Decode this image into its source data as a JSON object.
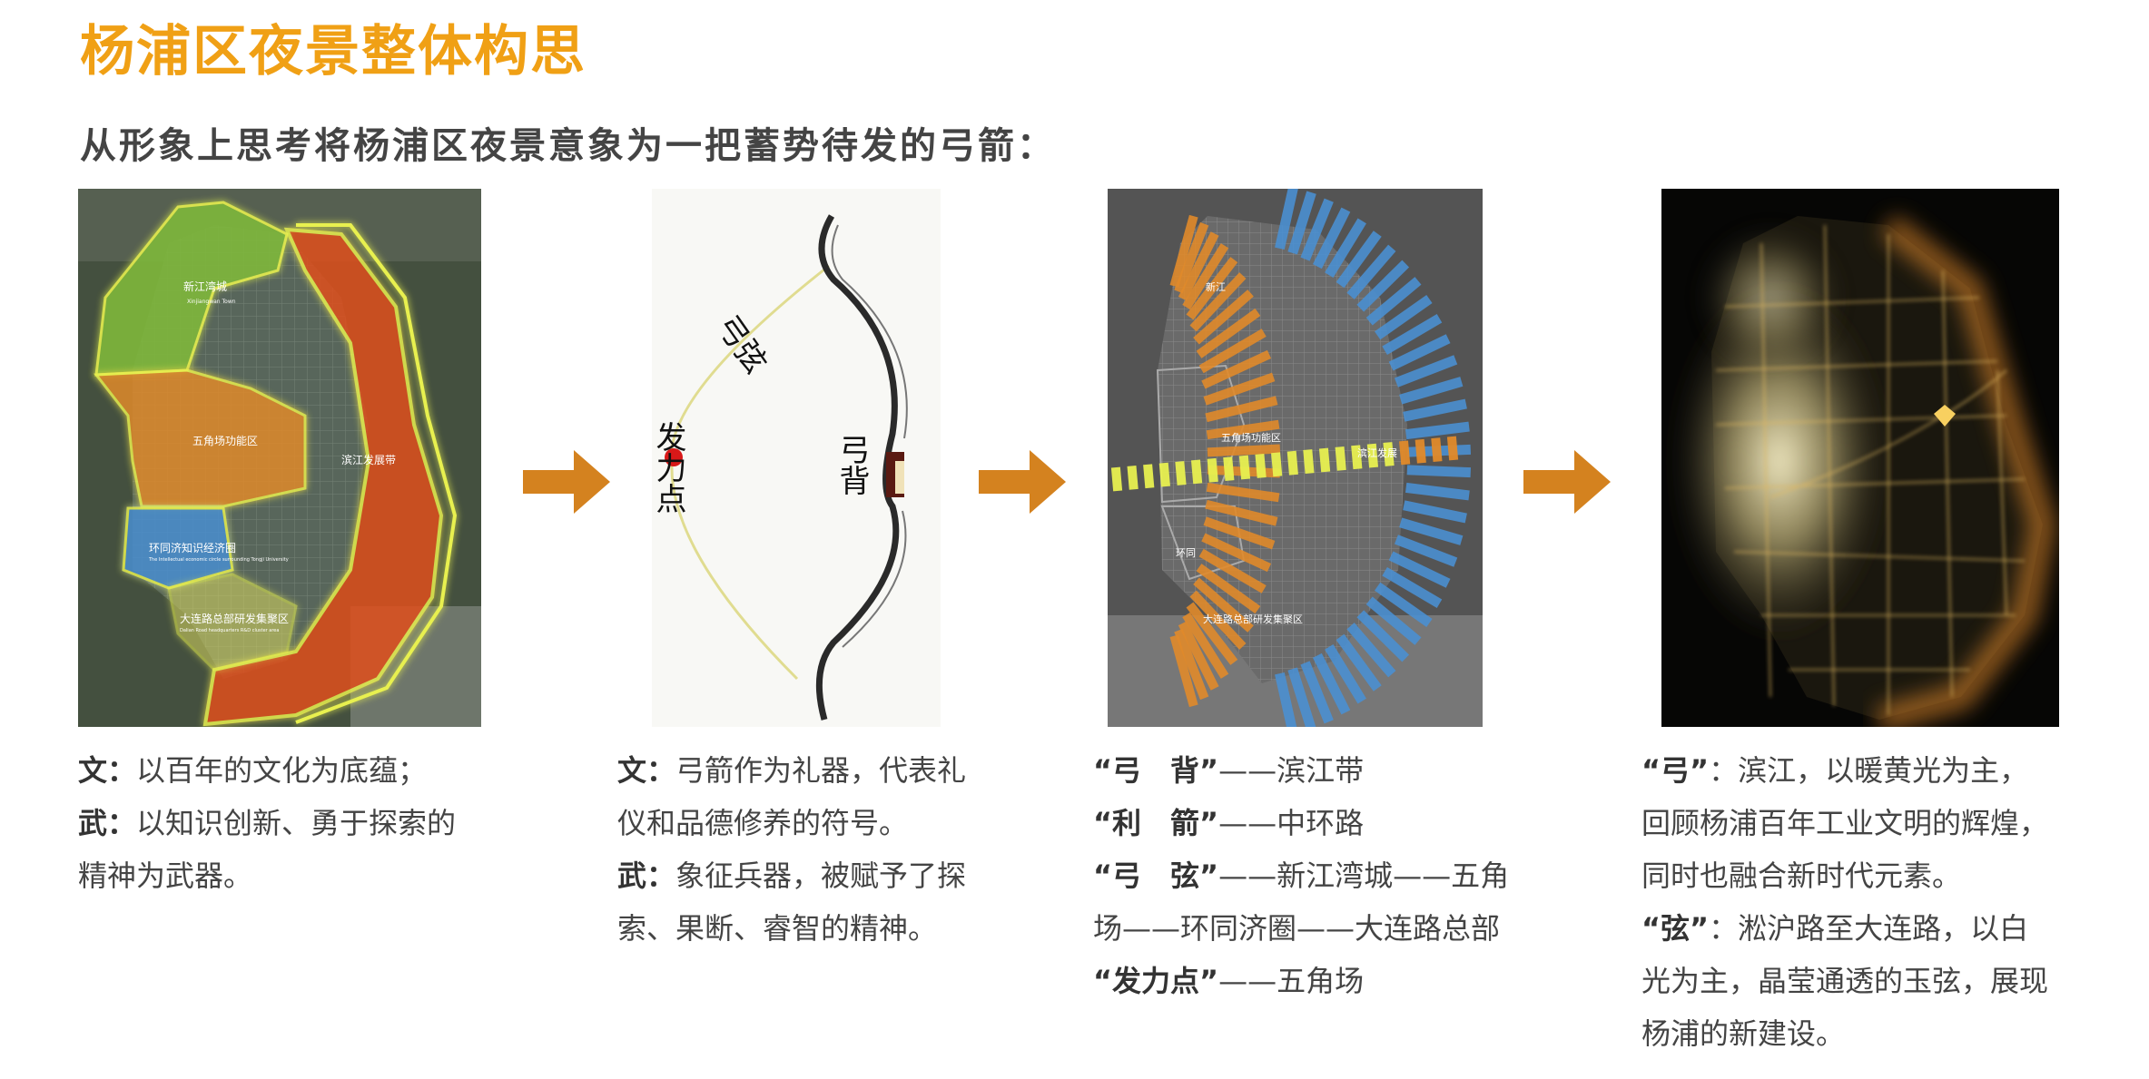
{
  "header": {
    "title": "杨浦区夜景整体构思",
    "subtitle": "从形象上思考将杨浦区夜景意象为一把蓄势待发的弓箭："
  },
  "colors": {
    "title": "#f0a015",
    "arrow": "#d4821f",
    "zone_green": "#7fb83a",
    "zone_orange": "#e08a2a",
    "zone_blue": "#4a8fd0",
    "zone_red": "#e0501a",
    "zone_glow": "#e8f050"
  },
  "panel1": {
    "zones": {
      "xinjiang": "新江湾城",
      "xinjiang_en": "Xinjiangwan Town",
      "wujiaochang": "五角场功能区",
      "binjiang": "滨江发展带",
      "huantongji": "环同济知识经济圈",
      "huantongji_en": "The Intellectual economic circle surrounding Tongji University",
      "dalian": "大连路总部研发集聚区",
      "dalian_en": "Dalian Road headquarters R&D cluster area"
    }
  },
  "panel2": {
    "label_xian": "弓弦",
    "label_fali": "发力点",
    "label_bei": "弓背"
  },
  "panel3": {
    "zones": {
      "xinjiang": "新江",
      "wujiaochang": "五角场功能区",
      "binjiang": "滨江发展",
      "huantongji": "环同",
      "dalian": "大连路总部研发集聚区"
    }
  },
  "captions": {
    "c1": [
      {
        "label": "文：",
        "text": "以百年的文化为底蕴；"
      },
      {
        "label": "武：",
        "text": "以知识创新、勇于探索的"
      },
      {
        "label": "",
        "text": "精神为武器。"
      }
    ],
    "c2": [
      {
        "label": "文：",
        "text": "弓箭作为礼器，代表礼"
      },
      {
        "label": "",
        "text": "仪和品德修养的符号。"
      },
      {
        "label": "武：",
        "text": "象征兵器，被赋予了探"
      },
      {
        "label": "",
        "text": "索、果断、睿智的精神。"
      }
    ],
    "c3": [
      {
        "label": "“弓　背”",
        "text": "——滨江带"
      },
      {
        "label": "“利　箭”",
        "text": "——中环路"
      },
      {
        "label": "“弓　弦”",
        "text": "——新江湾城——五角"
      },
      {
        "label": "",
        "text": "场——环同济圈——大连路总部"
      },
      {
        "label": "“发力点”",
        "text": "——五角场"
      }
    ],
    "c4": [
      {
        "label": "“弓”",
        "text": "：滨江，以暖黄光为主，"
      },
      {
        "label": "",
        "text": "回顾杨浦百年工业文明的辉煌，"
      },
      {
        "label": "",
        "text": "同时也融合新时代元素。"
      },
      {
        "label": "“弦”",
        "text": "：淞沪路至大连路，以白"
      },
      {
        "label": "",
        "text": "光为主，晶莹通透的玉弦，展现"
      },
      {
        "label": "",
        "text": "杨浦的新建设。"
      }
    ]
  }
}
